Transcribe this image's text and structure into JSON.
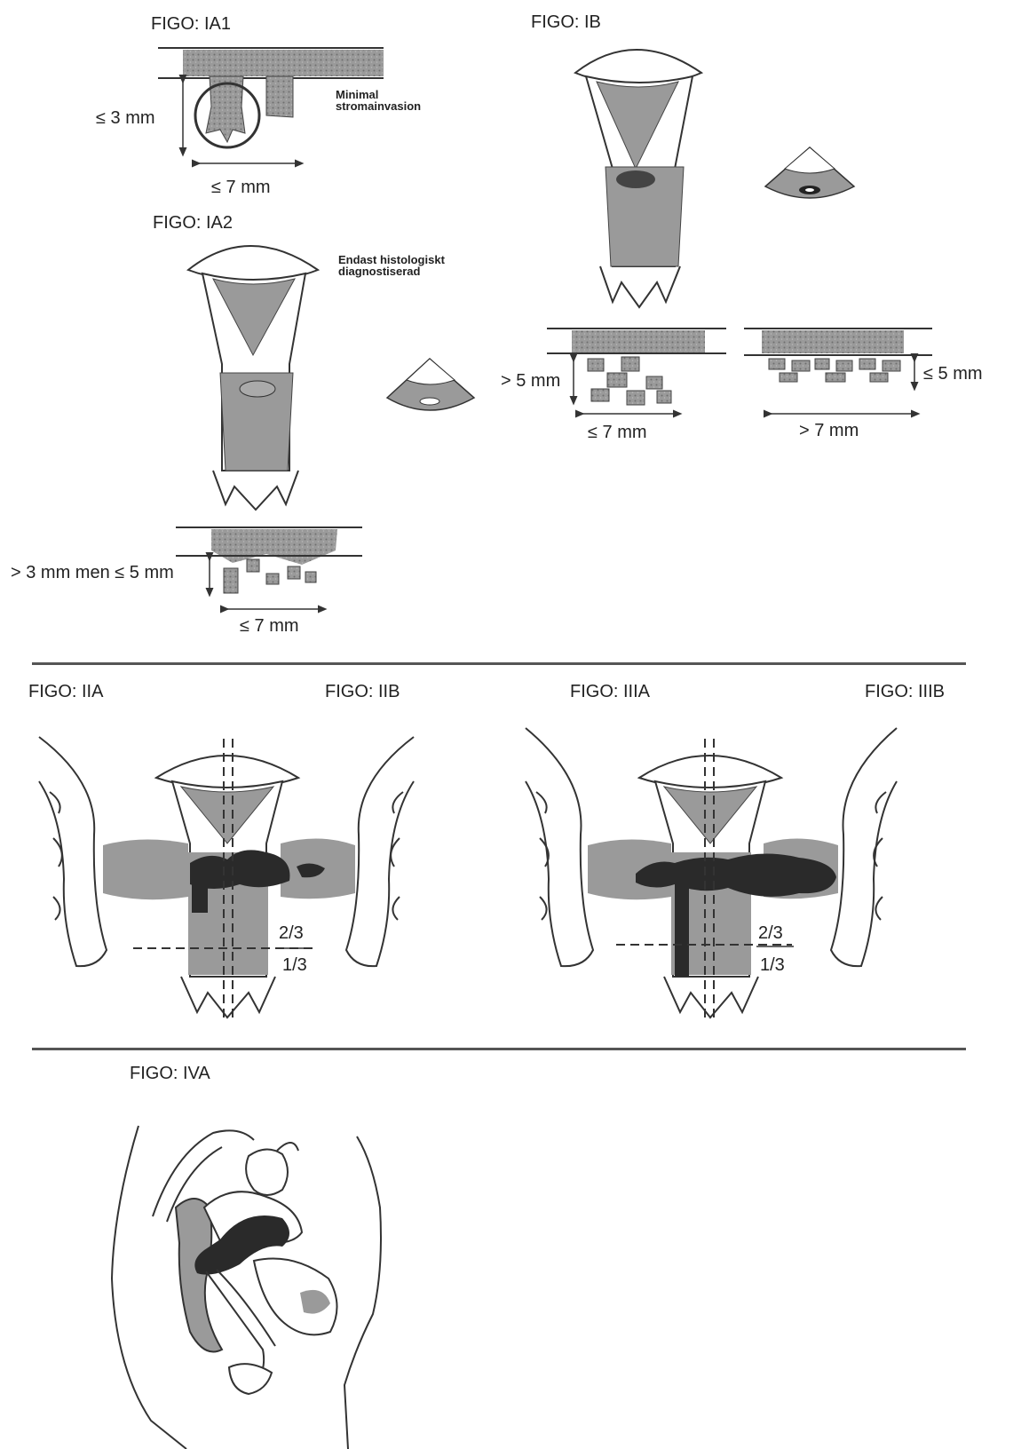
{
  "stages": {
    "ia1": "FIGO: IA1",
    "ib_top": "FIGO: IB",
    "ia2": "FIGO: IA2",
    "iia": "FIGO: IIA",
    "iib": "FIGO: IIB",
    "iiia": "FIGO: IIIA",
    "iiib": "FIGO: IIIB",
    "iva": "FIGO: IVA"
  },
  "notes": {
    "minimal_line1": "Minimal",
    "minimal_line2": "stromainvasion",
    "endast_line1": "Endast histologiskt",
    "endast_line2": "diagnostiserad"
  },
  "measures": {
    "ia1_depth": "≤ 3 mm",
    "ia1_width": "≤ 7 mm",
    "ia2_depth": "> 3 mm men ≤ 5 mm",
    "ia2_width": "≤ 7 mm",
    "ib_left_depth": "> 5 mm",
    "ib_left_width": "≤ 7 mm",
    "ib_right_depth": "≤ 5 mm",
    "ib_right_width": "> 7 mm",
    "iia_upper": "2/3",
    "iia_lower": "1/3",
    "iiia_upper": "2/3",
    "iiia_lower": "1/3"
  },
  "colors": {
    "tissue": "#9a9a9a",
    "tumor": "#2a2a2a",
    "line": "#333333"
  }
}
